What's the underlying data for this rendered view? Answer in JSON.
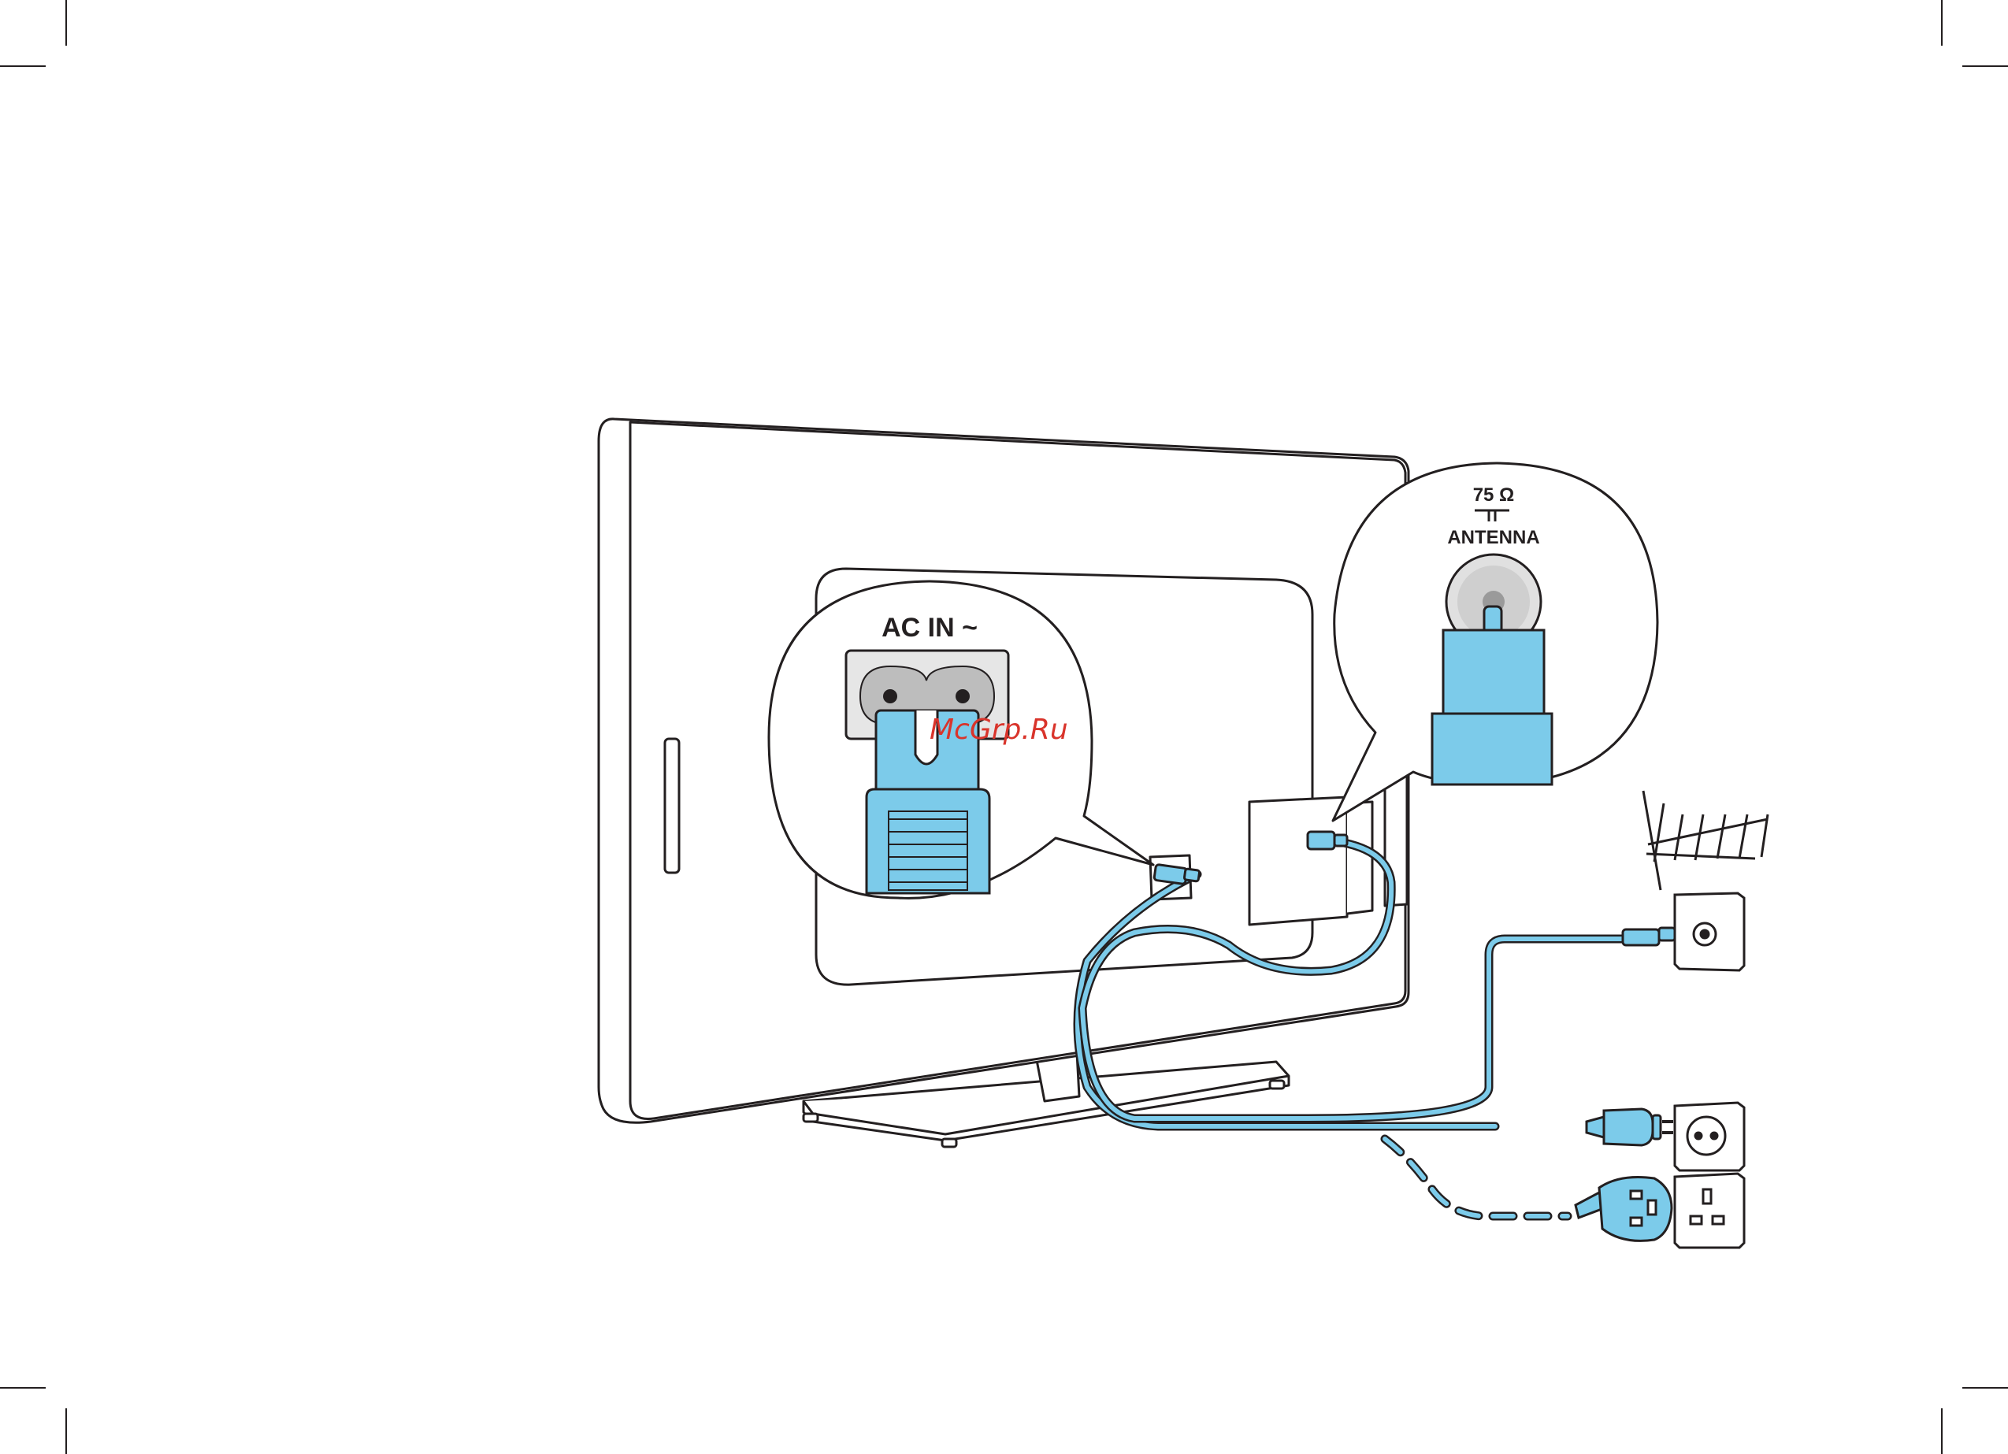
{
  "labels": {
    "ac_in": "AC IN ~",
    "impedance": "75 Ω",
    "antenna": "ANTENNA"
  },
  "watermark": "McGrp.Ru",
  "colors": {
    "cable": "#7ccbea",
    "cable_dark": "#3f93b8",
    "outline": "#231f20",
    "socket_grey": "#c8c8c8",
    "watermark": "#d9342b"
  },
  "icons": [
    "tv-back-icon",
    "tv-stand-icon",
    "ac-inlet-icon",
    "power-plug-icon",
    "coax-connector-icon",
    "antenna-icon",
    "antenna-wall-socket-icon",
    "eu-power-socket-icon",
    "uk-power-socket-icon",
    "eu-plug-icon",
    "uk-plug-icon"
  ]
}
